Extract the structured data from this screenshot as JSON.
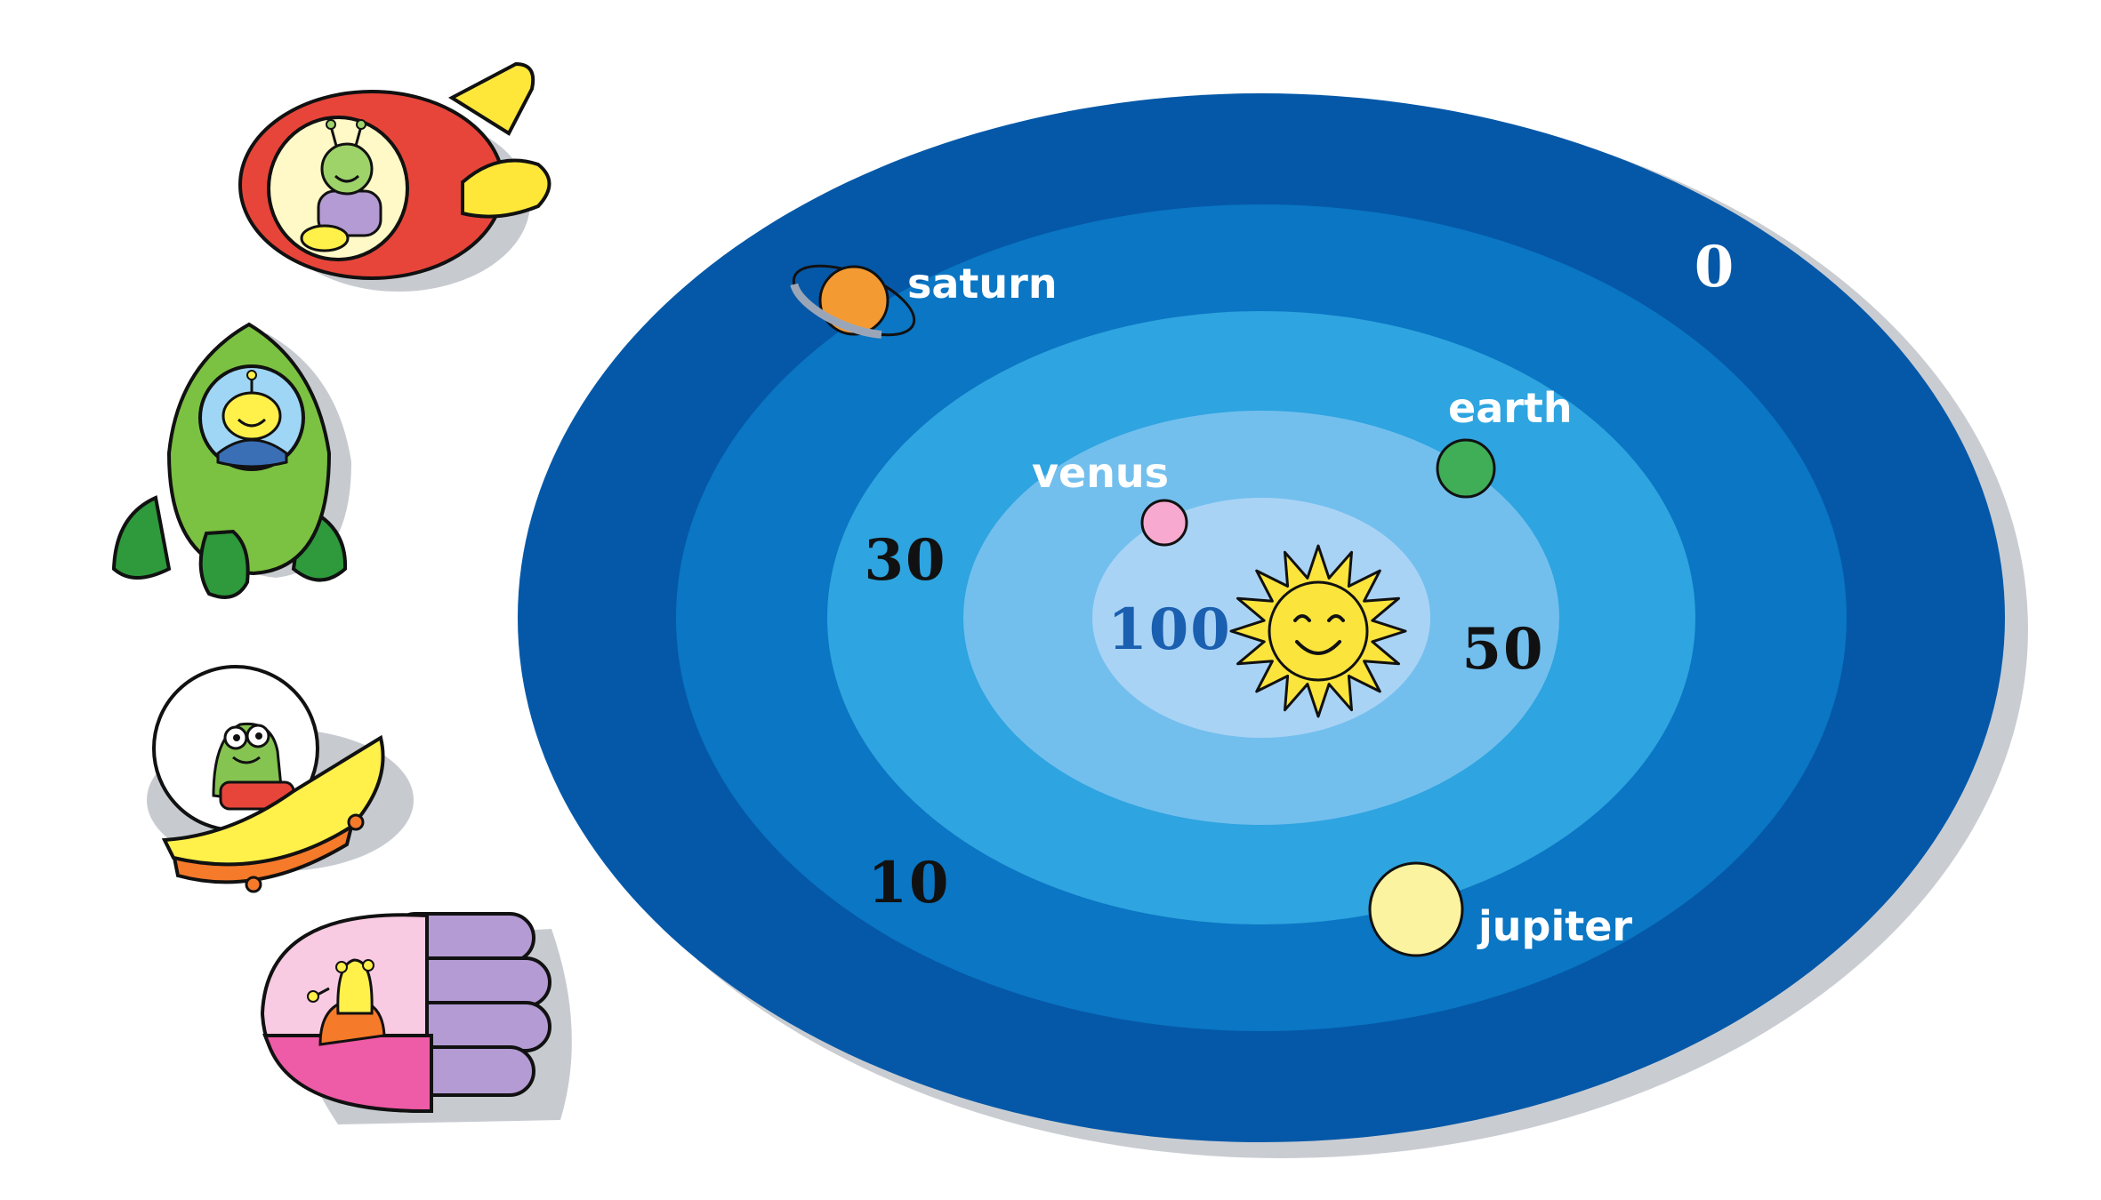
{
  "board": {
    "rings": [
      {
        "points": "0",
        "color": "#0558a8"
      },
      {
        "points": "10",
        "color": "#0a76c4"
      },
      {
        "points": "30",
        "color": "#2ea4e0"
      },
      {
        "points": "50",
        "color": "#72bfee"
      },
      {
        "points": "100",
        "color": "#a9d3f5"
      }
    ],
    "score_labels": {
      "zero": "0",
      "ten": "10",
      "thirty": "30",
      "fifty": "50",
      "hundred": "100"
    },
    "score_colors": {
      "dark": "#111111",
      "center": "#1a5fb0",
      "zero": "#ffffff"
    }
  },
  "planets": {
    "saturn": {
      "label": "saturn",
      "color": "#f39a32"
    },
    "earth": {
      "label": "earth",
      "color": "#3fae57"
    },
    "venus": {
      "label": "venus",
      "color": "#f7a9cf"
    },
    "jupiter": {
      "label": "jupiter",
      "color": "#fbf3a0"
    }
  },
  "sun": {
    "color": "#fbe43c"
  },
  "ships": [
    {
      "name": "red-rocket",
      "body_color": "#e8453a",
      "accent_color": "#ffe73a"
    },
    {
      "name": "green-rocket",
      "body_color": "#7cc242",
      "accent_color": "#2e9a3c"
    },
    {
      "name": "yellow-ufo",
      "body_color": "#fff04a",
      "accent_color": "#f57a2a"
    },
    {
      "name": "purple-capsule",
      "body_color": "#ee5ba6",
      "accent_color": "#b49bd3"
    }
  ]
}
